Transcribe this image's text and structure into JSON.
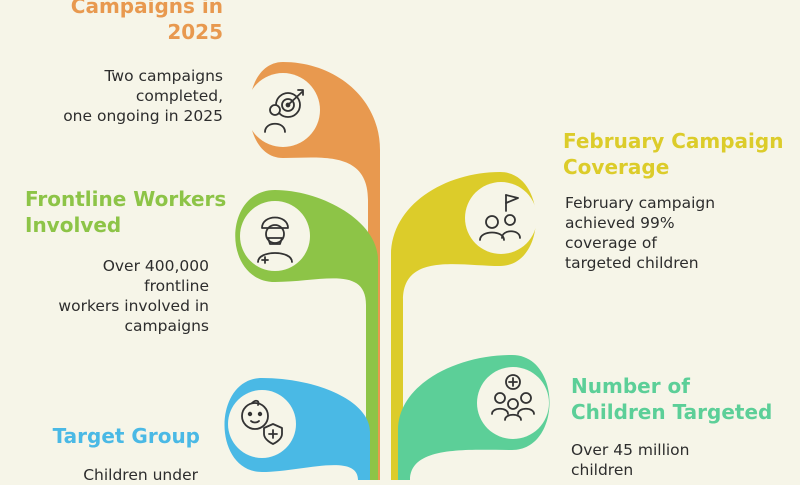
{
  "colors": {
    "background": "#f6f5e8",
    "orange": "#e8994f",
    "green": "#8dc447",
    "blue": "#4ab9e5",
    "yellow": "#dccc2a",
    "teal": "#5ccf98",
    "icon_stroke": "#333333",
    "text": "#2d2d2d"
  },
  "items": [
    {
      "key": "campaigns",
      "color": "orange",
      "icon": "target-person-icon",
      "title_lines": [
        "Campaigns in",
        "2025"
      ],
      "desc_lines": [
        "Two campaigns",
        "completed,",
        "one ongoing in 2025"
      ]
    },
    {
      "key": "workers",
      "color": "green",
      "icon": "health-worker-icon",
      "title_lines": [
        "Frontline Workers",
        "Involved"
      ],
      "desc_lines": [
        "Over 400,000",
        "frontline",
        "workers involved in",
        "campaigns"
      ]
    },
    {
      "key": "target",
      "color": "blue",
      "icon": "baby-shield-icon",
      "title_lines": [
        "Target Group"
      ],
      "desc_lines": [
        "Children under"
      ]
    },
    {
      "key": "february",
      "color": "yellow",
      "icon": "group-flag-icon",
      "title_lines": [
        "February Campaign",
        "Coverage"
      ],
      "desc_lines": [
        "February campaign",
        "achieved 99%",
        "coverage of",
        "targeted children"
      ]
    },
    {
      "key": "children",
      "color": "teal",
      "icon": "children-plus-icon",
      "title_lines": [
        "Number of",
        "Children Targeted"
      ],
      "desc_lines": [
        "Over 45 million",
        "children"
      ]
    }
  ]
}
